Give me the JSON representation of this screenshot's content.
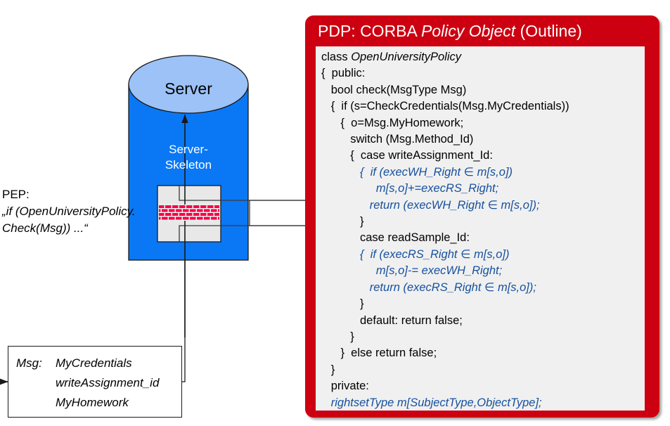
{
  "diagram": {
    "title_semantic": "corba-policy-object-outline-diagram",
    "colors": {
      "server_body": "#0a78f5",
      "server_top": "#9cc2f7",
      "pdp_panel": "#cc0011",
      "code_panel_bg": "#f0f0f0",
      "code_blue": "#16509e",
      "firewall_brick": "#f5004b",
      "stroke": "#1a1a1a"
    }
  },
  "server": {
    "label": "Server",
    "skeleton_label_line1": "Server-",
    "skeleton_label_line2": "Skeleton"
  },
  "pep": {
    "title": "PEP:",
    "code_line1": "„if (OpenUniversityPolicy.",
    "code_line2": "Check(Msg)) ...“"
  },
  "msg_box": {
    "key": "Msg:",
    "values": [
      "MyCredentials",
      "writeAssignment_id",
      "MyHomework"
    ]
  },
  "pdp": {
    "title_prefix": "PDP: CORBA ",
    "title_italic": "Policy Object",
    "title_suffix": " (Outline)",
    "code_lines": [
      {
        "text": "class ",
        "italic_text": "OpenUniversityPolicy",
        "style": "black-italic-tail"
      },
      {
        "text": "{  public:",
        "style": "black"
      },
      {
        "text": "   bool check(MsgType Msg)",
        "style": "black"
      },
      {
        "text": "   {  if (s=CheckCredentials(Msg.MyCredentials))",
        "style": "black"
      },
      {
        "text": "      {  o=Msg.MyHomework;",
        "style": "black"
      },
      {
        "text": "         switch (Msg.Method_Id)",
        "style": "black"
      },
      {
        "text": "         {  case writeAssignment_Id:",
        "style": "black"
      },
      {
        "text": "            {  if (execWH_Right ∈ m[s,o])",
        "style": "blue"
      },
      {
        "text": "                 m[s,o]+=execRS_Right;",
        "style": "blue"
      },
      {
        "text": "               return (execWH_Right ∈ m[s,o]);",
        "style": "blue"
      },
      {
        "text": "            }",
        "style": "black"
      },
      {
        "text": "            case readSample_Id:",
        "style": "black"
      },
      {
        "text": "            {  if (execRS_Right ∈ m[s,o])",
        "style": "blue"
      },
      {
        "text": "                 m[s,o]-= execWH_Right;",
        "style": "blue"
      },
      {
        "text": "               return (execRS_Right ∈ m[s,o]);",
        "style": "blue"
      },
      {
        "text": "            }",
        "style": "black"
      },
      {
        "text": "            default: return false;",
        "style": "black"
      },
      {
        "text": "         }",
        "style": "black"
      },
      {
        "text": "      }  else return false;",
        "style": "black"
      },
      {
        "text": "   }",
        "style": "black"
      },
      {
        "text": "   private:",
        "style": "black"
      },
      {
        "text": "   rightsetType m[SubjectType,ObjectType];",
        "style": "blue"
      },
      {
        "text": "}",
        "style": "black"
      }
    ]
  }
}
